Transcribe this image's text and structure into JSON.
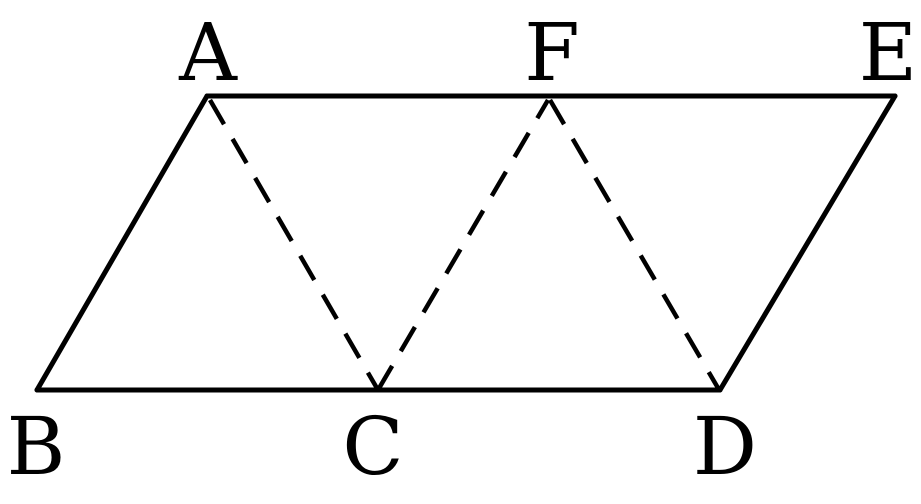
{
  "points": {
    "A": "A",
    "B": "B",
    "C": "C",
    "D": "D",
    "E": "E",
    "F": "F"
  },
  "solid_segments": [
    "AE",
    "ED",
    "DB",
    "BA"
  ],
  "dashed_segments": [
    "AC",
    "CF",
    "FD"
  ]
}
